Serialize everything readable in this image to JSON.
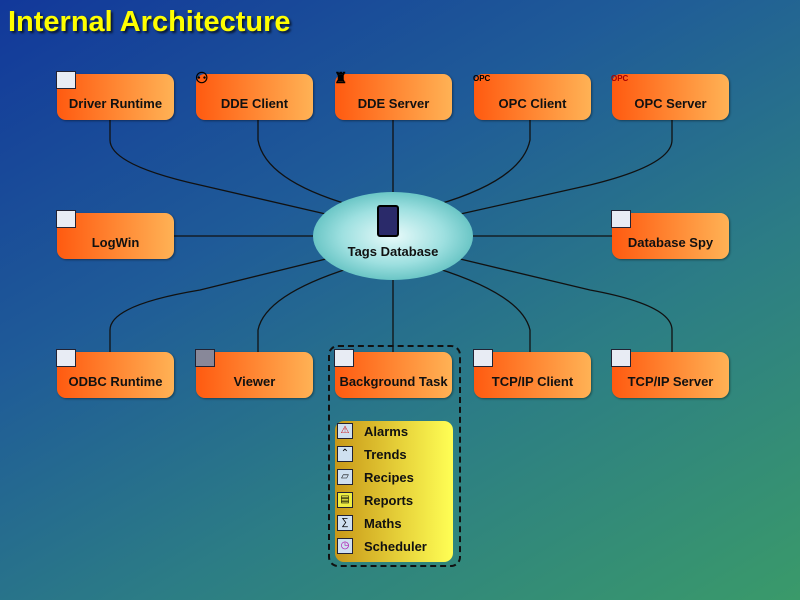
{
  "title": "Internal Architecture",
  "center": {
    "label": "Tags Database"
  },
  "nodes": [
    {
      "label": "Driver Runtime",
      "icon": "driver-icon"
    },
    {
      "label": "DDE Client",
      "icon": "dde-client-icon"
    },
    {
      "label": "DDE Server",
      "icon": "dde-server-icon"
    },
    {
      "label": "OPC Client",
      "icon": "opc-client-icon"
    },
    {
      "label": "OPC Server",
      "icon": "opc-server-icon"
    },
    {
      "label": "LogWin",
      "icon": "logwin-icon"
    },
    {
      "label": "Database Spy",
      "icon": "database-spy-icon"
    },
    {
      "label": "ODBC Runtime",
      "icon": "odbc-icon"
    },
    {
      "label": "Viewer",
      "icon": "monitor-icon"
    },
    {
      "label": "Background Task",
      "icon": "background-task-icon"
    },
    {
      "label": "TCP/IP Client",
      "icon": "network-icon"
    },
    {
      "label": "TCP/IP Server",
      "icon": "network-icon"
    }
  ],
  "tasks": [
    {
      "label": "Alarms",
      "icon": "alarm-icon"
    },
    {
      "label": "Trends",
      "icon": "trend-icon"
    },
    {
      "label": "Recipes",
      "icon": "recipe-icon"
    },
    {
      "label": "Reports",
      "icon": "report-icon"
    },
    {
      "label": "Maths",
      "icon": "math-icon"
    },
    {
      "label": "Scheduler",
      "icon": "clock-icon"
    }
  ]
}
